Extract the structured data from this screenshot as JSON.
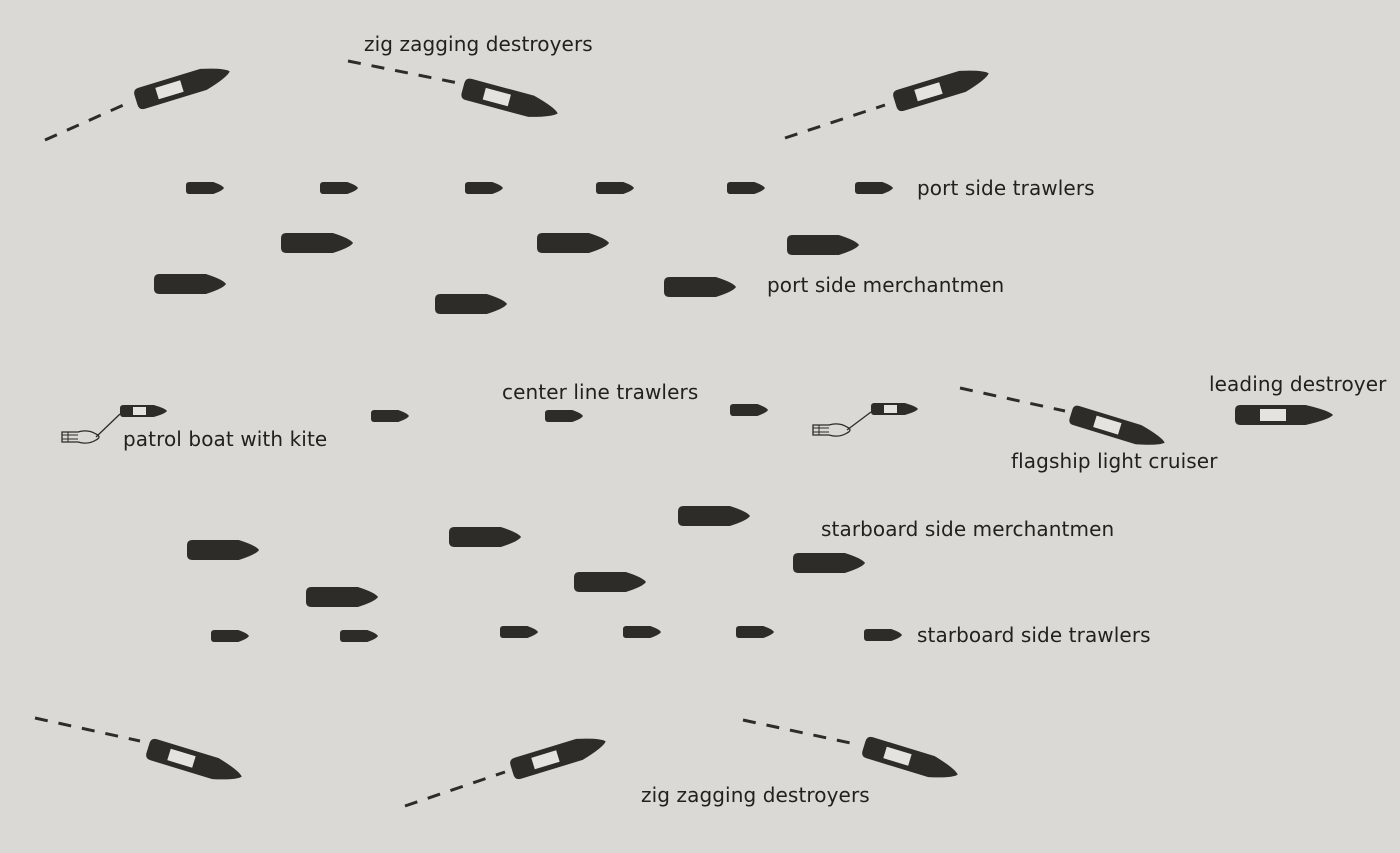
{
  "colors": {
    "background": "#dad9d5",
    "hull": "#2d2c28",
    "deck": "#e4e3df",
    "outline": "#2d2c28"
  },
  "labels": {
    "zig_top": "zig zagging destroyers",
    "port_trawlers": "port side trawlers",
    "port_merchantmen": "port side merchantmen",
    "center_trawlers": "center line trawlers",
    "patrol_kite": "patrol boat with kite",
    "leading_destroyer": "leading destroyer",
    "flagship": "flagship light cruiser",
    "starboard_merchantmen": "starboard side merchantmen",
    "starboard_trawlers": "starboard side trawlers",
    "zig_bottom": "zig zagging destroyers"
  },
  "icons": [
    "destroyer-icon",
    "trawler-icon",
    "merchantman-icon",
    "patrol-boat-icon",
    "kite-icon",
    "flagship-icon",
    "wake-line-icon"
  ]
}
